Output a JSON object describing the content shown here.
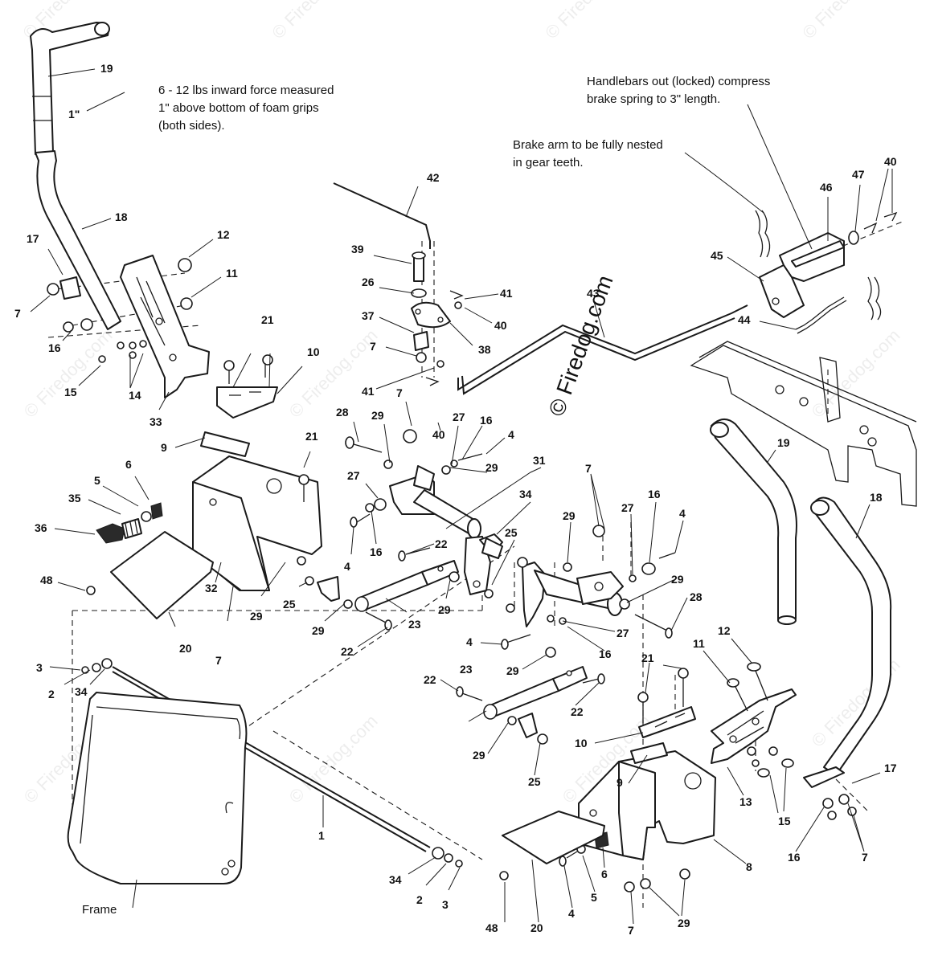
{
  "annotations": {
    "force_line1": "6 - 12 lbs inward force measured",
    "force_line2": "1\" above bottom of foam grips",
    "force_line3": "(both sides).",
    "grip_mark": "1\"",
    "brake_spring_line1": "Handlebars out (locked) compress",
    "brake_spring_line2": "brake spring to 3\" length.",
    "brake_arm_line1": "Brake arm to be fully nested",
    "brake_arm_line2": "in gear teeth.",
    "frame_label": "Frame"
  },
  "watermark": {
    "main": "© Firedog.com",
    "faint": "© Firedog.com"
  },
  "callouts": [
    {
      "id": "c19a",
      "text": "19"
    },
    {
      "id": "c18a",
      "text": "18"
    },
    {
      "id": "c17a",
      "text": "17"
    },
    {
      "id": "c12a",
      "text": "12"
    },
    {
      "id": "c11a",
      "text": "11"
    },
    {
      "id": "c7a",
      "text": "7"
    },
    {
      "id": "c16a",
      "text": "16"
    },
    {
      "id": "c15a",
      "text": "15"
    },
    {
      "id": "c14a",
      "text": "14"
    },
    {
      "id": "c33",
      "text": "33"
    },
    {
      "id": "c21a",
      "text": "21"
    },
    {
      "id": "c10a",
      "text": "10"
    },
    {
      "id": "c9a",
      "text": "9"
    },
    {
      "id": "c21b",
      "text": "21"
    },
    {
      "id": "c6a",
      "text": "6"
    },
    {
      "id": "c5a",
      "text": "5"
    },
    {
      "id": "c35",
      "text": "35"
    },
    {
      "id": "c36",
      "text": "36"
    },
    {
      "id": "c48a",
      "text": "48"
    },
    {
      "id": "c32",
      "text": "32"
    },
    {
      "id": "c20a",
      "text": "20"
    },
    {
      "id": "c7b",
      "text": "7"
    },
    {
      "id": "c29a",
      "text": "29"
    },
    {
      "id": "c25a",
      "text": "25"
    },
    {
      "id": "c29b",
      "text": "29"
    },
    {
      "id": "c3a",
      "text": "3"
    },
    {
      "id": "c2a",
      "text": "2"
    },
    {
      "id": "c34a",
      "text": "34"
    },
    {
      "id": "c1",
      "text": "1"
    },
    {
      "id": "c34b",
      "text": "34"
    },
    {
      "id": "c2b",
      "text": "2"
    },
    {
      "id": "c3b",
      "text": "3"
    },
    {
      "id": "c42",
      "text": "42"
    },
    {
      "id": "c39",
      "text": "39"
    },
    {
      "id": "c26",
      "text": "26"
    },
    {
      "id": "c37",
      "text": "37"
    },
    {
      "id": "c7c",
      "text": "7"
    },
    {
      "id": "c41a",
      "text": "41"
    },
    {
      "id": "c40a",
      "text": "40"
    },
    {
      "id": "c41b",
      "text": "41"
    },
    {
      "id": "c38",
      "text": "38"
    },
    {
      "id": "c43",
      "text": "43"
    },
    {
      "id": "c28a",
      "text": "28"
    },
    {
      "id": "c29c",
      "text": "29"
    },
    {
      "id": "c7d",
      "text": "7"
    },
    {
      "id": "c27a",
      "text": "27"
    },
    {
      "id": "c40b",
      "text": "40"
    },
    {
      "id": "c16b",
      "text": "16"
    },
    {
      "id": "c4a",
      "text": "4"
    },
    {
      "id": "c29d",
      "text": "29"
    },
    {
      "id": "c31",
      "text": "31"
    },
    {
      "id": "c27b",
      "text": "27"
    },
    {
      "id": "c4b",
      "text": "4"
    },
    {
      "id": "c16c",
      "text": "16"
    },
    {
      "id": "c22a",
      "text": "22"
    },
    {
      "id": "c34c",
      "text": "34"
    },
    {
      "id": "c25b",
      "text": "25"
    },
    {
      "id": "c29e",
      "text": "29"
    },
    {
      "id": "c23a",
      "text": "23"
    },
    {
      "id": "c22b",
      "text": "22"
    },
    {
      "id": "c7e",
      "text": "7"
    },
    {
      "id": "c29f",
      "text": "29"
    },
    {
      "id": "c27c",
      "text": "27"
    },
    {
      "id": "c16d",
      "text": "16"
    },
    {
      "id": "c4c",
      "text": "4"
    },
    {
      "id": "c29g",
      "text": "29"
    },
    {
      "id": "c28b",
      "text": "28"
    },
    {
      "id": "c27d",
      "text": "27"
    },
    {
      "id": "c16e",
      "text": "16"
    },
    {
      "id": "c4d",
      "text": "4"
    },
    {
      "id": "c29h",
      "text": "29"
    },
    {
      "id": "c22c",
      "text": "22"
    },
    {
      "id": "c23b",
      "text": "23"
    },
    {
      "id": "c22d",
      "text": "22"
    },
    {
      "id": "c29i",
      "text": "29"
    },
    {
      "id": "c25c",
      "text": "25"
    },
    {
      "id": "c21c",
      "text": "21"
    },
    {
      "id": "c10b",
      "text": "10"
    },
    {
      "id": "c9b",
      "text": "9"
    },
    {
      "id": "c8",
      "text": "8"
    },
    {
      "id": "c6b",
      "text": "6"
    },
    {
      "id": "c5b",
      "text": "5"
    },
    {
      "id": "c4e",
      "text": "4"
    },
    {
      "id": "c20b",
      "text": "20"
    },
    {
      "id": "c48b",
      "text": "48"
    },
    {
      "id": "c7f",
      "text": "7"
    },
    {
      "id": "c29j",
      "text": "29"
    },
    {
      "id": "c11b",
      "text": "11"
    },
    {
      "id": "c12b",
      "text": "12"
    },
    {
      "id": "c13",
      "text": "13"
    },
    {
      "id": "c15b",
      "text": "15"
    },
    {
      "id": "c16f",
      "text": "16"
    },
    {
      "id": "c7g",
      "text": "7"
    },
    {
      "id": "c17b",
      "text": "17"
    },
    {
      "id": "c18b",
      "text": "18"
    },
    {
      "id": "c19b",
      "text": "19"
    },
    {
      "id": "c45",
      "text": "45"
    },
    {
      "id": "c46",
      "text": "46"
    },
    {
      "id": "c47",
      "text": "47"
    },
    {
      "id": "c40c",
      "text": "40"
    },
    {
      "id": "c44",
      "text": "44"
    }
  ]
}
